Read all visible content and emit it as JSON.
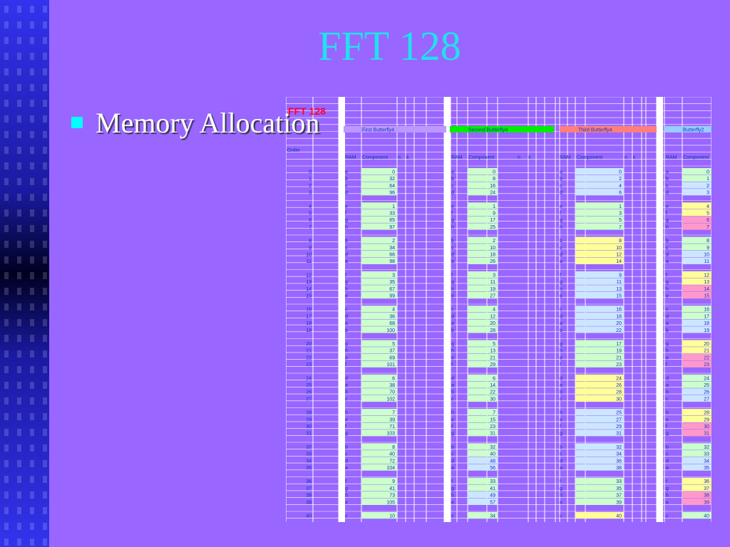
{
  "slide": {
    "title": "FFT 128",
    "bullet": "Memory Allocation"
  },
  "sheet": {
    "title": "FFT 128",
    "col_header": "Order",
    "stage_labels": [
      "First Butterfly4",
      "Second Butterfly4",
      "Third Butterfly4",
      "Butterfly2"
    ],
    "sub_headers": [
      "RAM",
      "Component",
      "n",
      "k"
    ],
    "orders": [
      0,
      1,
      2,
      3,
      4,
      5,
      6,
      7,
      8,
      9,
      10,
      11,
      12,
      13,
      14,
      15,
      16,
      17,
      18,
      19,
      20,
      21,
      22,
      23,
      24,
      25,
      26,
      27,
      28,
      29,
      30,
      31,
      32,
      33,
      34,
      35,
      36,
      37,
      38,
      39,
      40
    ],
    "stage1_ram": [
      "a",
      "b",
      "c",
      "d",
      "e",
      "f",
      "g",
      "h",
      "b",
      "c",
      "d",
      "a",
      "f",
      "g",
      "h",
      "e",
      "c",
      "d",
      "a",
      "b",
      "g",
      "h",
      "e",
      "f",
      "d",
      "a",
      "b",
      "c",
      "h",
      "e",
      "f",
      "g",
      "b",
      "c",
      "d",
      "a",
      "f",
      "g",
      "h",
      "e",
      "c"
    ],
    "stage1_comp": [
      0,
      32,
      64,
      96,
      1,
      33,
      65,
      97,
      2,
      34,
      66,
      98,
      3,
      35,
      67,
      99,
      4,
      36,
      68,
      100,
      5,
      37,
      69,
      101,
      6,
      38,
      70,
      102,
      7,
      39,
      71,
      103,
      8,
      40,
      72,
      104,
      9,
      41,
      73,
      105,
      10
    ],
    "stage2_ram": [
      "a",
      "b",
      "c",
      "d",
      "e",
      "f",
      "g",
      "h",
      "b",
      "c",
      "d",
      "a",
      "f",
      "g",
      "h",
      "e",
      "c",
      "d",
      "a",
      "b",
      "g",
      "h",
      "e",
      "f",
      "d",
      "a",
      "b",
      "c",
      "h",
      "e",
      "f",
      "g",
      "b",
      "c",
      "d",
      "a",
      "f",
      "g",
      "h",
      "e",
      "c"
    ],
    "stage2_comp": [
      0,
      8,
      16,
      24,
      1,
      9,
      17,
      25,
      2,
      10,
      18,
      26,
      3,
      11,
      19,
      27,
      4,
      12,
      20,
      28,
      5,
      13,
      21,
      29,
      6,
      14,
      22,
      30,
      7,
      15,
      23,
      31,
      32,
      40,
      48,
      56,
      33,
      41,
      49,
      57,
      34
    ],
    "stage3_ram": [
      "a",
      "b",
      "c",
      "d",
      "e",
      "f",
      "g",
      "h",
      "b",
      "c",
      "d",
      "a",
      "f",
      "g",
      "h",
      "e",
      "c",
      "d",
      "a",
      "b",
      "g",
      "h",
      "e",
      "f",
      "d",
      "a",
      "b",
      "c",
      "h",
      "e",
      "f",
      "g",
      "b",
      "c",
      "d",
      "a",
      "f",
      "g",
      "h",
      "e",
      "c"
    ],
    "stage3_comp": [
      0,
      2,
      4,
      6,
      1,
      3,
      5,
      7,
      8,
      10,
      12,
      14,
      9,
      11,
      13,
      15,
      16,
      18,
      20,
      22,
      17,
      19,
      21,
      23,
      24,
      26,
      28,
      30,
      25,
      27,
      29,
      31,
      32,
      34,
      36,
      38,
      33,
      35,
      37,
      39,
      40
    ],
    "stage4_ram": [
      "a",
      "b",
      "c",
      "d",
      "e",
      "f",
      "g",
      "h",
      "b",
      "c",
      "d",
      "a",
      "f",
      "g",
      "h",
      "e",
      "c",
      "d",
      "a",
      "b",
      "g",
      "h",
      "e",
      "f",
      "d",
      "a",
      "b",
      "c",
      "h",
      "e",
      "f",
      "g",
      "b",
      "c",
      "d",
      "a",
      "f",
      "g",
      "h",
      "e",
      "c"
    ],
    "stage4_comp": [
      0,
      1,
      2,
      3,
      4,
      5,
      6,
      7,
      8,
      9,
      10,
      11,
      12,
      13,
      14,
      15,
      16,
      17,
      18,
      19,
      20,
      21,
      22,
      23,
      24,
      25,
      26,
      27,
      28,
      29,
      30,
      31,
      32,
      33,
      34,
      35,
      36,
      37,
      38,
      39,
      40
    ],
    "colors": {
      "stage1": "#bb99ff",
      "stage2": "#00ee00",
      "stage3": "#ff7f7f",
      "stage4": "#99ccff",
      "green": "#ccffcc",
      "blue": "#cce6ff",
      "yellow": "#ffff99",
      "pink": "#ff99cc",
      "text": "#1133bb",
      "red": "#ff0033"
    }
  }
}
